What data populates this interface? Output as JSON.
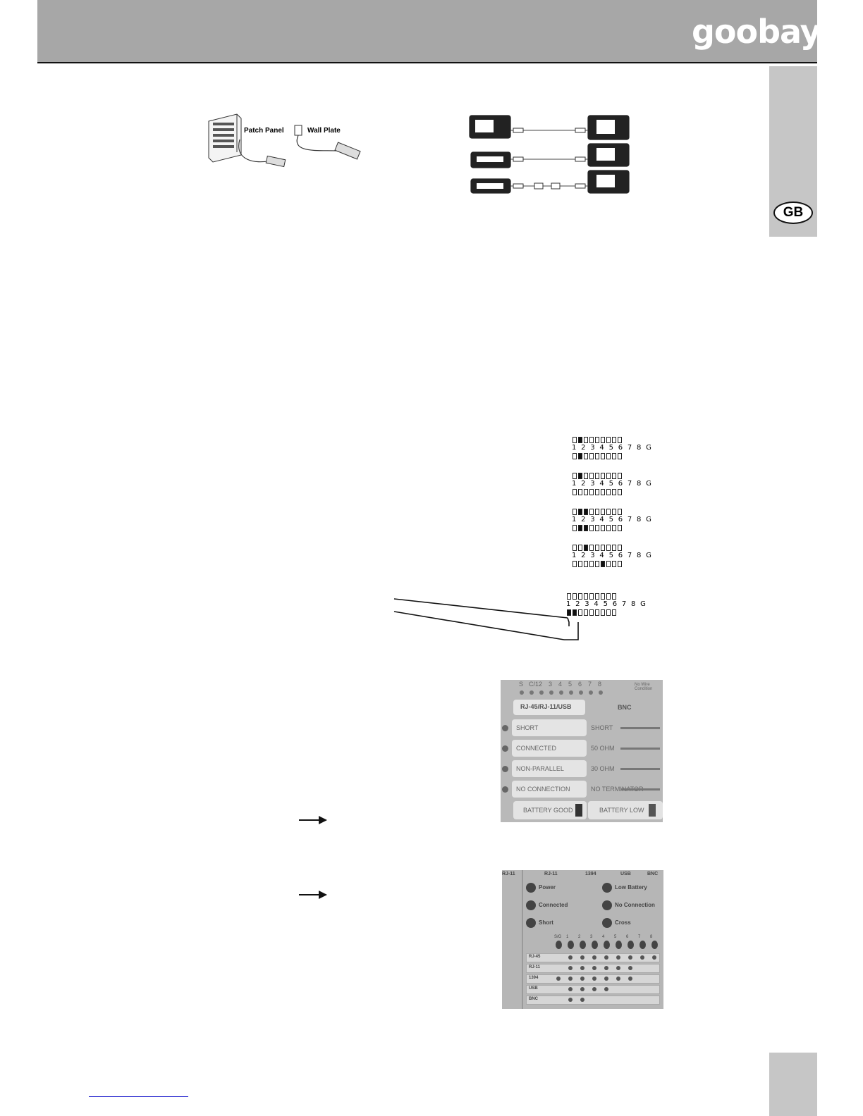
{
  "header": {
    "logo_text": "goobay",
    "logo_reg": "®",
    "color": "#a7a7a7"
  },
  "side_tab": {
    "language": "GB"
  },
  "figure1": {
    "patch_panel_label": "Patch Panel",
    "wall_plate_label": "Wall Plate"
  },
  "pin_diagrams": [
    {
      "top_on": [
        2
      ],
      "bottom_on": [
        2
      ],
      "labels": "1 2 3 4 5 6 7 8 G"
    },
    {
      "top_on": [
        2
      ],
      "bottom_on": [],
      "labels": "1 2 3 4 5 6 7 8 G"
    },
    {
      "top_on": [
        2,
        3
      ],
      "bottom_on": [
        2,
        3
      ],
      "labels": "1 2 3 4 5 6 7 8 G"
    },
    {
      "top_on": [
        3
      ],
      "bottom_on": [
        6
      ],
      "labels": "1 2 3 4 5 6 7 8 G"
    },
    {
      "top_on": [],
      "bottom_on": [
        1,
        2
      ],
      "labels": "1 2 3 4 5 6 7 8 G"
    }
  ],
  "panel1": {
    "top_numbers": [
      "S",
      "C/1",
      "2",
      "3",
      "4",
      "5",
      "6",
      "7",
      "8"
    ],
    "top_right_note": "No Wire Condition",
    "col_left_header": "RJ-45/RJ-11/USB",
    "col_right_header": "BNC",
    "rows_left": [
      "SHORT",
      "CONNECTED",
      "NON-PARALLEL",
      "NO CONNECTION"
    ],
    "rows_right": [
      "SHORT",
      "50 OHM",
      "30 OHM",
      "NO TERMINATOR"
    ],
    "battery_good": "BATTERY GOOD",
    "battery_low": "BATTERY LOW"
  },
  "panel2": {
    "top_labels": [
      "RJ-11",
      "RJ-11",
      "1394",
      "USB",
      "BNC"
    ],
    "left_indicators": [
      "Power",
      "Connected",
      "Short"
    ],
    "right_indicators": [
      "Low Battery",
      "No Connection",
      "Cross"
    ],
    "pin_header": [
      "S/G",
      "1",
      "2",
      "3",
      "4",
      "5",
      "6",
      "7",
      "8"
    ],
    "rows": [
      "RJ-45",
      "RJ-11",
      "1394",
      "USB",
      "BNC"
    ],
    "row_dots": [
      [
        0,
        1,
        1,
        1,
        1,
        1,
        1,
        1,
        1
      ],
      [
        0,
        1,
        1,
        1,
        1,
        1,
        1,
        0,
        0
      ],
      [
        1,
        1,
        1,
        1,
        1,
        1,
        1,
        0,
        0
      ],
      [
        0,
        1,
        1,
        1,
        1,
        0,
        0,
        0,
        0
      ],
      [
        0,
        1,
        1,
        0,
        0,
        0,
        0,
        0,
        0
      ]
    ]
  }
}
